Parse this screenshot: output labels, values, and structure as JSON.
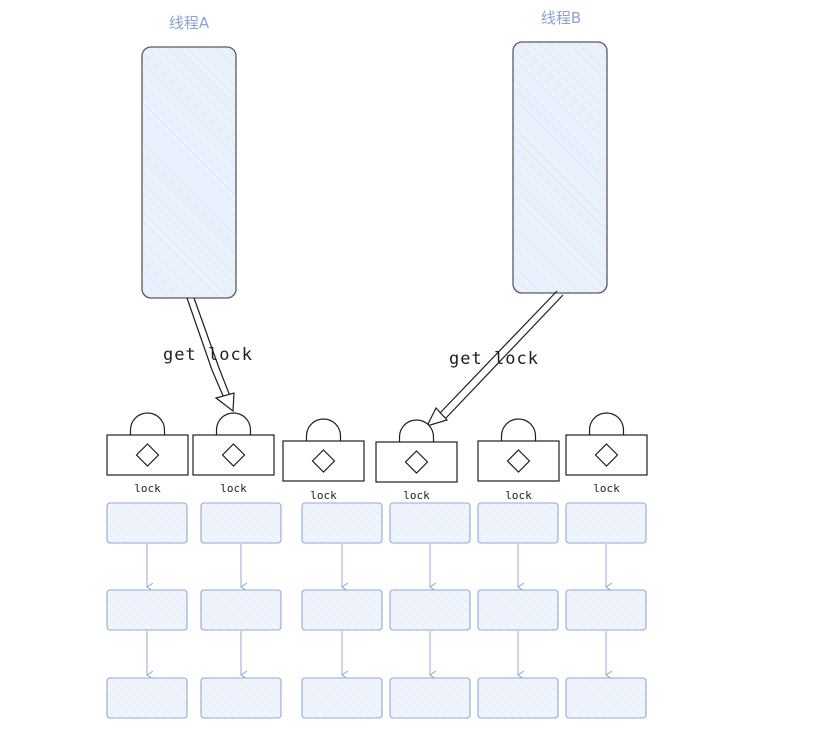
{
  "threads": [
    {
      "label": "线程A"
    },
    {
      "label": "线程B"
    }
  ],
  "arrows": [
    {
      "label": "get lock"
    },
    {
      "label": "get lock"
    }
  ],
  "locks": [
    {
      "label": "lock"
    },
    {
      "label": "lock"
    },
    {
      "label": "lock"
    },
    {
      "label": "lock"
    },
    {
      "label": "lock"
    },
    {
      "label": "lock"
    }
  ],
  "colors": {
    "thread_fill": "#e8f0fb",
    "thread_stroke": "#5a5a5a",
    "thread_label": "#8aa3d4",
    "node_fill": "#eef4fc",
    "node_stroke": "#8fa9d6",
    "link_arrow": "#8fa9d6",
    "lock_stroke": "#1e1e1e"
  }
}
